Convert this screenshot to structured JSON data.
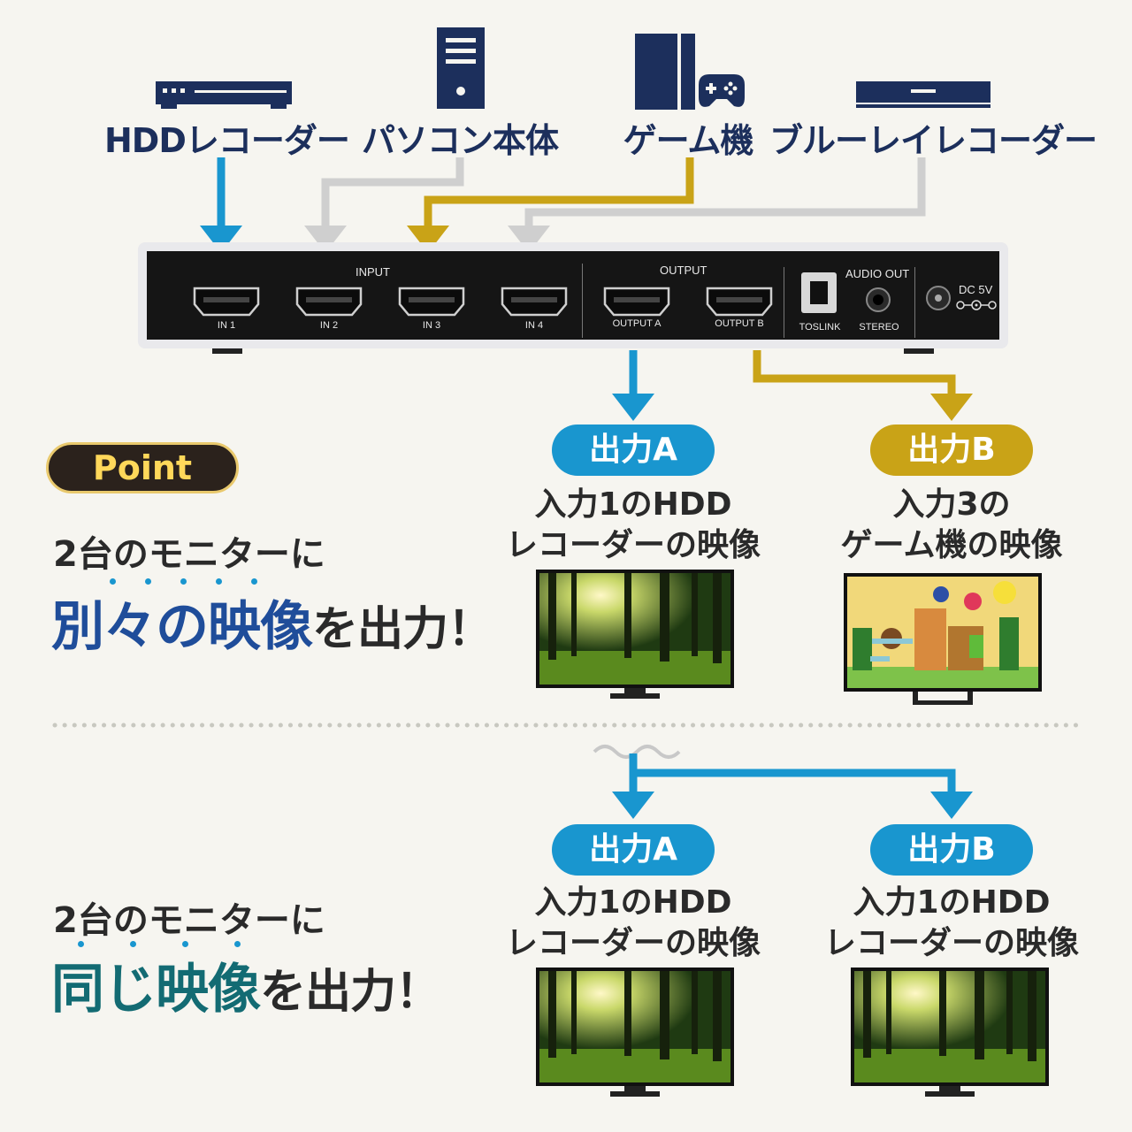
{
  "devices": [
    {
      "name": "HDDレコーダー",
      "icon": "hdd-recorder-icon"
    },
    {
      "name": "パソコン本体",
      "icon": "pc-tower-icon"
    },
    {
      "name": "ゲーム機",
      "icon": "game-console-icon"
    },
    {
      "name": "ブルーレイレコーダー",
      "icon": "bluray-recorder-icon"
    }
  ],
  "panel": {
    "input_label": "INPUT",
    "output_label": "OUTPUT",
    "audio_out_label": "AUDIO OUT",
    "dc_label": "DC 5V",
    "ports": [
      "IN 1",
      "IN 2",
      "IN 3",
      "IN 4",
      "OUTPUT A",
      "OUTPUT B"
    ],
    "toslink_label": "TOSLINK",
    "stereo_label": "STEREO"
  },
  "point_badge": "Point",
  "section1": {
    "lead": "2台のモニターに",
    "emphasis": "別々の映像",
    "suffix": "を出力！",
    "output_a": {
      "pill": "出力A",
      "line1": "入力1のHDD",
      "line2": "レコーダーの映像"
    },
    "output_b": {
      "pill": "出力B",
      "line1": "入力3の",
      "line2": "ゲーム機の映像"
    }
  },
  "section2": {
    "lead": "2台のモニターに",
    "emphasis": "同じ映像",
    "suffix": "を出力！",
    "output_a": {
      "pill": "出力A",
      "line1": "入力1のHDD",
      "line2": "レコーダーの映像"
    },
    "output_b": {
      "pill": "出力B",
      "line1": "入力1のHDD",
      "line2": "レコーダーの映像"
    }
  },
  "colors": {
    "blue": "#1996cf",
    "gold": "#c9a317",
    "gray": "#cfcfcf",
    "navy": "#1c2f5c"
  }
}
